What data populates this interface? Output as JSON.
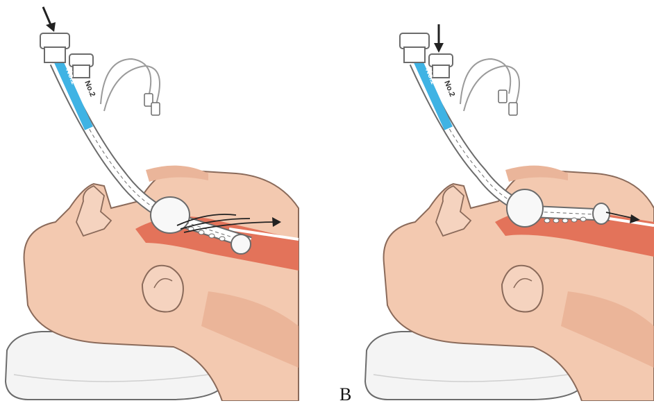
{
  "panels": [
    {
      "id": "A",
      "tube_1_label": "No.1",
      "tube_2_label": "No.2",
      "pushed_tube": "No.1",
      "tip_position": "pharynx",
      "flow_direction": "into trachea (multiple side openings)"
    },
    {
      "id": "B",
      "tube_1_label": "No.1",
      "tube_2_label": "No.2",
      "pushed_tube": "No.2",
      "tip_position": "esophagus",
      "flow_direction": "into esophagus (single arrow)"
    }
  ],
  "captions": {
    "panel_b": "B"
  },
  "colors": {
    "skin": "#f3c9b0",
    "skin_shadow": "#e6a98a",
    "airway": "#e3735a",
    "tube_blue": "#3fb3e4",
    "outline": "#6b6b6b",
    "pillow": "#f4f4f4"
  }
}
